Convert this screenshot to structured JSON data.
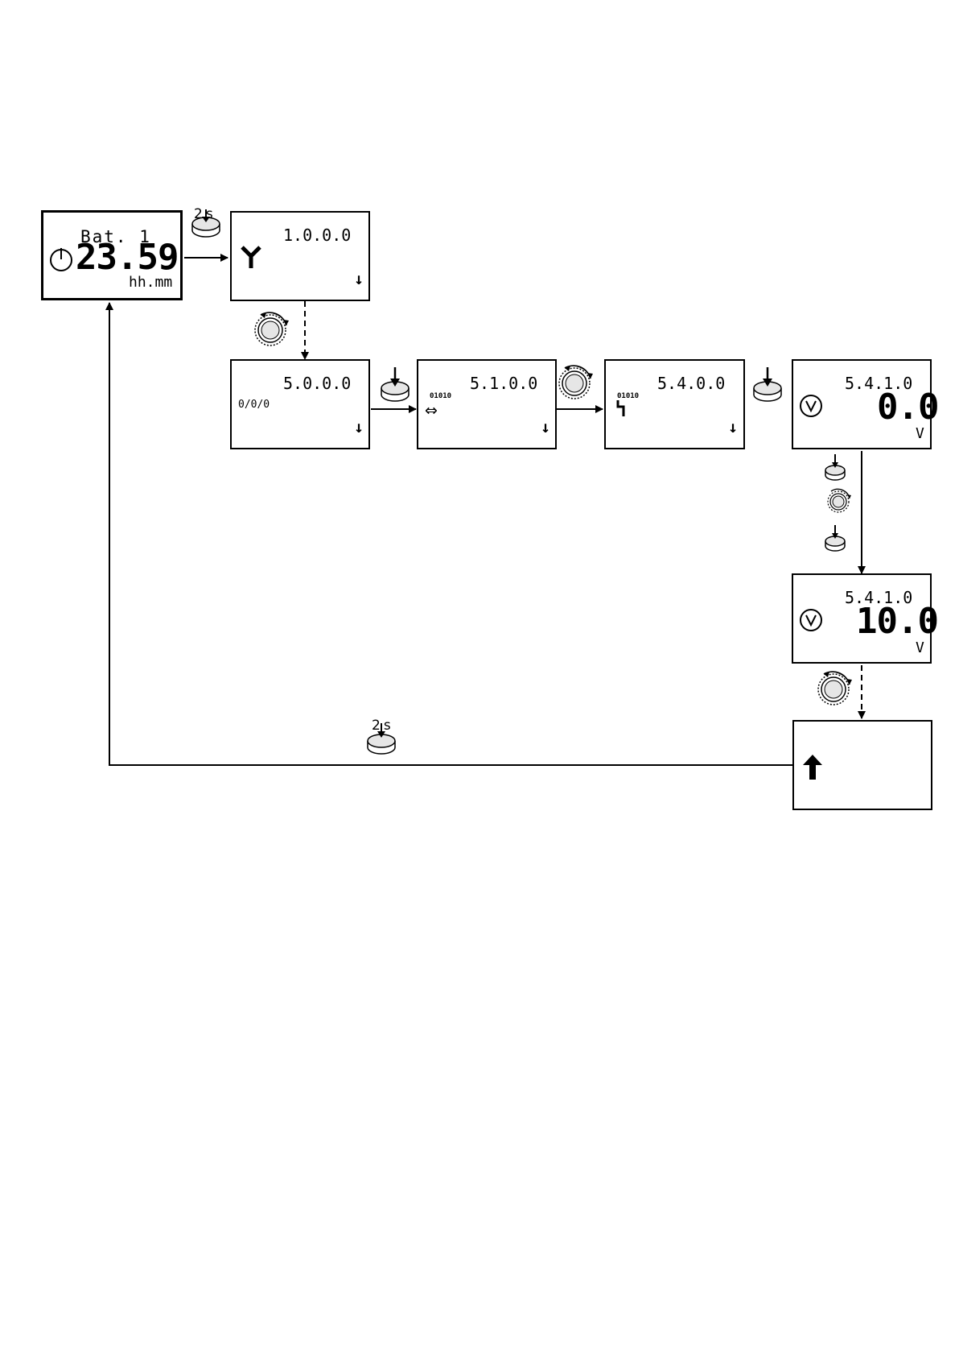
{
  "screens": {
    "home": {
      "title": "Bat. 1",
      "value": "23.59",
      "unit": "hh.mm"
    },
    "s1000": {
      "code": "1.0.0.0"
    },
    "s5000": {
      "code": "5.0.0.0",
      "label": "0/0/0"
    },
    "s5100": {
      "code": "5.1.0.0",
      "bits": "01010"
    },
    "s5400": {
      "code": "5.4.0.0",
      "bits": "01010"
    },
    "s5410a": {
      "code": "5.4.1.0",
      "value": "0.0",
      "unit": "V"
    },
    "s5410b": {
      "code": "5.4.1.0",
      "value": "10.0",
      "unit": "V"
    },
    "back": {}
  },
  "controls": {
    "hold_top": {
      "label": "2s"
    },
    "hold_bottom": {
      "label": "2s"
    }
  },
  "icons": {
    "power": "power-icon",
    "fork": "fork-icon",
    "arrow_down": "down-arrow-icon",
    "double_arrow": "double-arrow-icon",
    "lightning": "lightning-icon",
    "voltmeter": "voltmeter-icon",
    "back": "back-arrow-icon",
    "push_button": "push-button-icon",
    "rotary_knob": "rotary-knob-icon"
  }
}
